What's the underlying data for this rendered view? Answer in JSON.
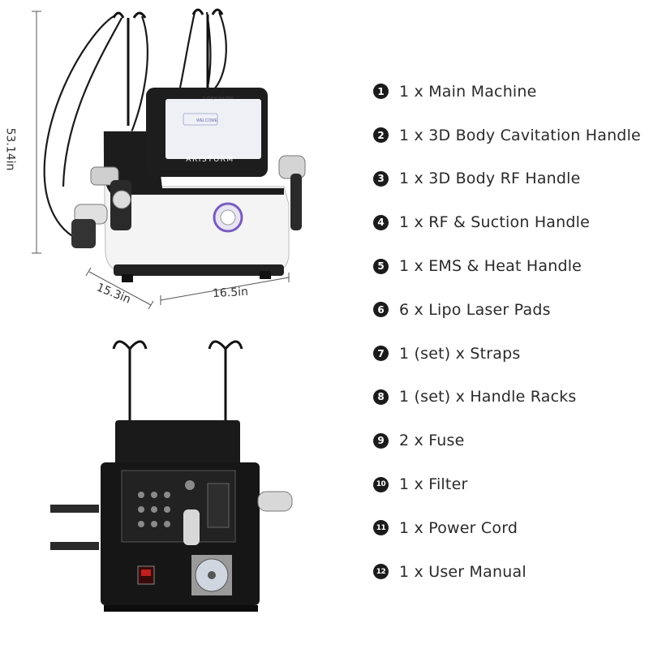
{
  "dimensions": {
    "height": "53.14in",
    "depth": "15.3in",
    "width": "16.5in"
  },
  "machine": {
    "brand": "ARISTORM",
    "screen_header": "s-shape machine",
    "screen_text": "WELCOME"
  },
  "items": [
    {
      "number": "1",
      "text": "1 x Main Machine"
    },
    {
      "number": "2",
      "text": "1 x 3D Body Cavitation Handle"
    },
    {
      "number": "3",
      "text": "1 x 3D Body RF Handle"
    },
    {
      "number": "4",
      "text": "1 x RF & Suction Handle"
    },
    {
      "number": "5",
      "text": "1 x EMS & Heat Handle"
    },
    {
      "number": "6",
      "text": "6 x Lipo Laser Pads"
    },
    {
      "number": "7",
      "text": "1 (set) x Straps"
    },
    {
      "number": "8",
      "text": "1 (set) x Handle Racks"
    },
    {
      "number": "9",
      "text": "2 x Fuse"
    },
    {
      "number": "10",
      "text": "1 x Filter"
    },
    {
      "number": "11",
      "text": "1 x Power Cord"
    },
    {
      "number": "12",
      "text": "1 x User Manual"
    }
  ]
}
